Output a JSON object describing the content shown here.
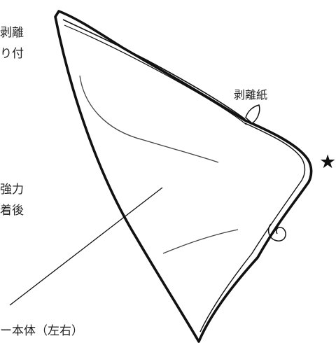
{
  "labels": {
    "top_left_line1": "剥離",
    "top_left_line2": "り付",
    "release_paper": "剥離紙",
    "mid_left_line1": "強力",
    "mid_left_line2": "着後",
    "bottom_caption": "ー本体（左右）"
  },
  "markers": {
    "corner_star": "★"
  },
  "colors": {
    "outline": "#111111",
    "inner_line": "#444444"
  }
}
